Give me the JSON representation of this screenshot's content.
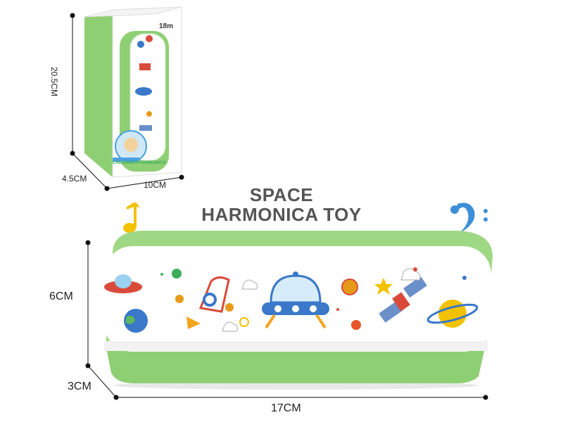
{
  "title": {
    "line1": "SPACE",
    "line2": "HARMONICA TOY"
  },
  "box": {
    "age_label": "18m",
    "brand_label": "CHILDREN'S HARMONICA",
    "height_label": "20.5CM",
    "depth_label": "4.5CM",
    "width_label": "10CM"
  },
  "product": {
    "height_label": "6CM",
    "depth_label": "3CM",
    "width_label": "17CM"
  },
  "colors": {
    "green": "#8fcf74",
    "text": "#555555",
    "music_yellow": "#f2c200",
    "music_blue": "#3c8fd8"
  }
}
